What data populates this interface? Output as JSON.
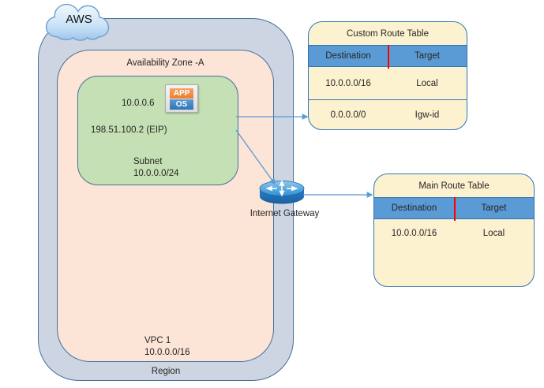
{
  "colors": {
    "region_fill": "#cdd5e2",
    "region_border": "#41719c",
    "availability_zone_fill": "#fce4d6",
    "subnet_fill": "#c5e0b4",
    "route_table_fill": "#fdf2d0",
    "route_table_border": "#2e75b6",
    "header_fill": "#5b9bd5",
    "header_divider": "#ff0000",
    "connector": "#5b9bd5",
    "instance_app": "#ed7d31",
    "instance_os": "#2e75b6",
    "gateway_blue": "#1f6db3",
    "cloud_fill": "#cfe5f7"
  },
  "cloud": {
    "label": "AWS"
  },
  "region": {
    "label": "Region"
  },
  "availability_zone": {
    "label": "Availability Zone -A"
  },
  "vpc": {
    "name": "VPC 1",
    "cidr": "10.0.0.0/16"
  },
  "subnet": {
    "private_ip": "10.0.0.6",
    "elastic_ip": "198.51.100.2 (EIP)",
    "name": "Subnet",
    "cidr": "10.0.0.0/24",
    "instance_icon": {
      "top_label": "APP",
      "bottom_label": "OS"
    }
  },
  "internet_gateway": {
    "label": "Internet Gateway"
  },
  "route_tables": {
    "custom": {
      "title": "Custom Route Table",
      "columns": [
        "Destination",
        "Target"
      ],
      "rows": [
        {
          "destination": "10.0.0.0/16",
          "target": "Local"
        },
        {
          "destination": "0.0.0.0/0",
          "target": "Igw-id"
        }
      ]
    },
    "main": {
      "title": "Main Route Table",
      "columns": [
        "Destination",
        "Target"
      ],
      "rows": [
        {
          "destination": "10.0.0.0/16",
          "target": "Local"
        }
      ]
    }
  }
}
